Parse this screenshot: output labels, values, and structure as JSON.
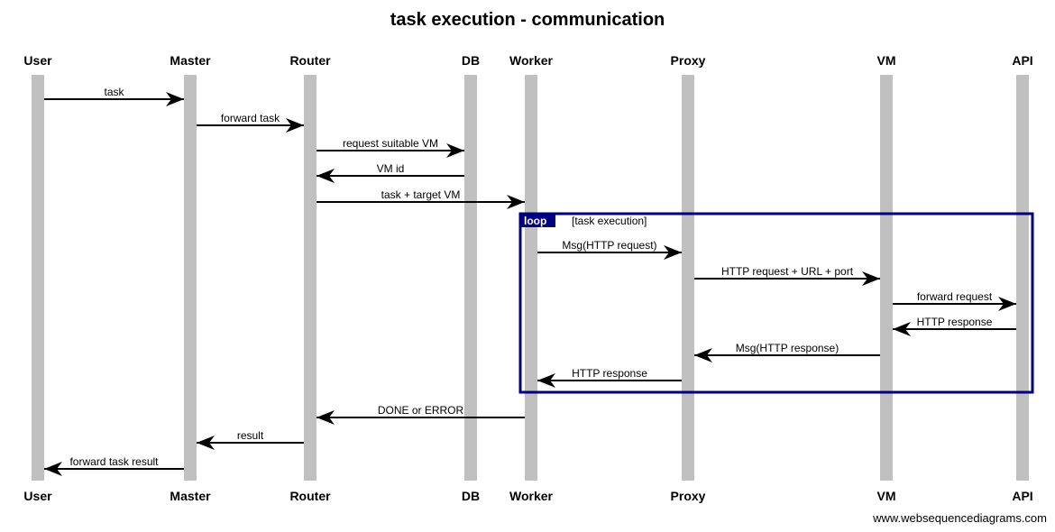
{
  "title": "task execution - communication",
  "footer": "www.websequencediagrams.com",
  "colors": {
    "lifeline": "#c0c0c0",
    "frame": "#000080",
    "arrow": "#000000"
  },
  "participants": [
    "User",
    "Master",
    "Router",
    "DB",
    "Worker",
    "Proxy",
    "VM",
    "API"
  ],
  "messages": [
    {
      "from": "User",
      "to": "Master",
      "label": "task"
    },
    {
      "from": "Master",
      "to": "Router",
      "label": "forward task"
    },
    {
      "from": "Router",
      "to": "DB",
      "label": "request suitable VM"
    },
    {
      "from": "DB",
      "to": "Router",
      "label": "VM id"
    },
    {
      "from": "Router",
      "to": "Worker",
      "label": "task + target VM"
    },
    {
      "from": "Worker",
      "to": "Proxy",
      "label": "Msg(HTTP request)"
    },
    {
      "from": "Proxy",
      "to": "VM",
      "label": "HTTP request + URL + port"
    },
    {
      "from": "VM",
      "to": "API",
      "label": "forward request"
    },
    {
      "from": "API",
      "to": "VM",
      "label": "HTTP response"
    },
    {
      "from": "VM",
      "to": "Proxy",
      "label": "Msg(HTTP response)"
    },
    {
      "from": "Proxy",
      "to": "Worker",
      "label": "HTTP response"
    },
    {
      "from": "Worker",
      "to": "Router",
      "label": "DONE or ERROR"
    },
    {
      "from": "Router",
      "to": "Master",
      "label": "result"
    },
    {
      "from": "Master",
      "to": "User",
      "label": "forward task result"
    }
  ],
  "loop_frame": {
    "keyword": "loop",
    "guard": "[task execution]"
  }
}
